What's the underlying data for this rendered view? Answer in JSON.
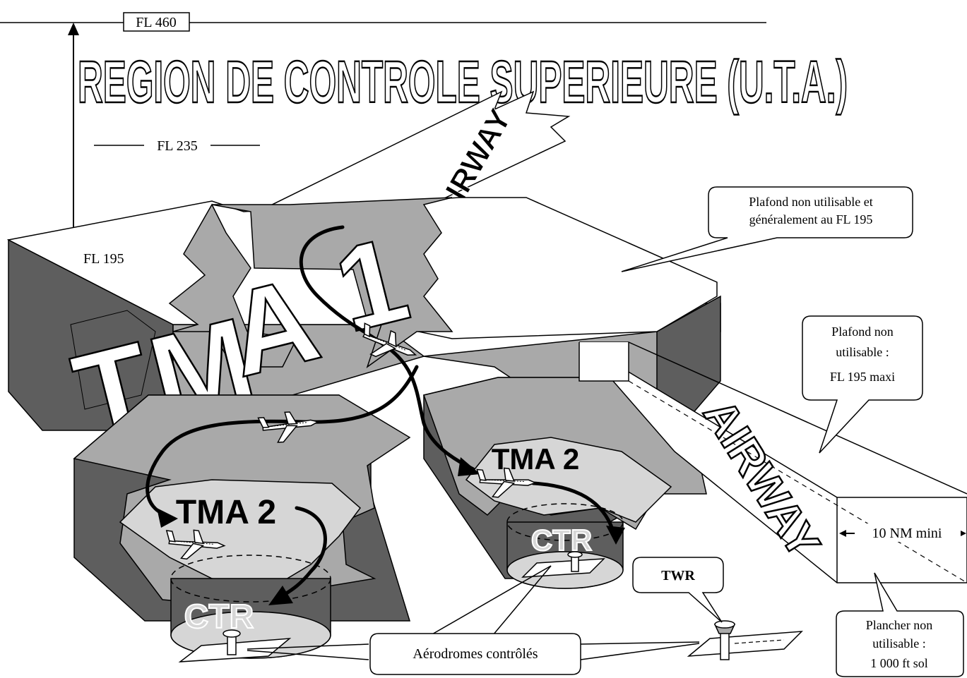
{
  "title": "REGION DE CONTROLE SUPERIEURE (U.T.A.)",
  "levels": {
    "fl460": "FL 460",
    "fl235": "FL 235",
    "fl195": "FL 195"
  },
  "zones": {
    "tma1_letters": [
      "T",
      "M",
      "A",
      "1"
    ],
    "tma2_left": "TMA 2",
    "tma2_right": "TMA 2",
    "ctr_left": "CTR",
    "ctr_right": "CTR"
  },
  "airways": {
    "upper": "AIRWAY",
    "lower": "AIRWAY",
    "width": "10 NM mini"
  },
  "callouts": {
    "ceiling_tma_1": "Plafond non utilisable et",
    "ceiling_tma_2": "généralement au FL 195",
    "ceiling_airway_1": "Plafond non",
    "ceiling_airway_2": "utilisable :",
    "ceiling_airway_3": "FL 195 maxi",
    "floor_airway_1": "Plancher non",
    "floor_airway_2": "utilisable :",
    "floor_airway_3": "1 000 ft sol",
    "twr": "TWR",
    "aerodromes": "Aérodromes contrôlés"
  },
  "colors": {
    "dark_face": "#5e5e5e",
    "mid_face": "#a9a9a9",
    "light_face": "#d6d6d6",
    "top_face": "#ffffff",
    "outline": "#000000"
  }
}
